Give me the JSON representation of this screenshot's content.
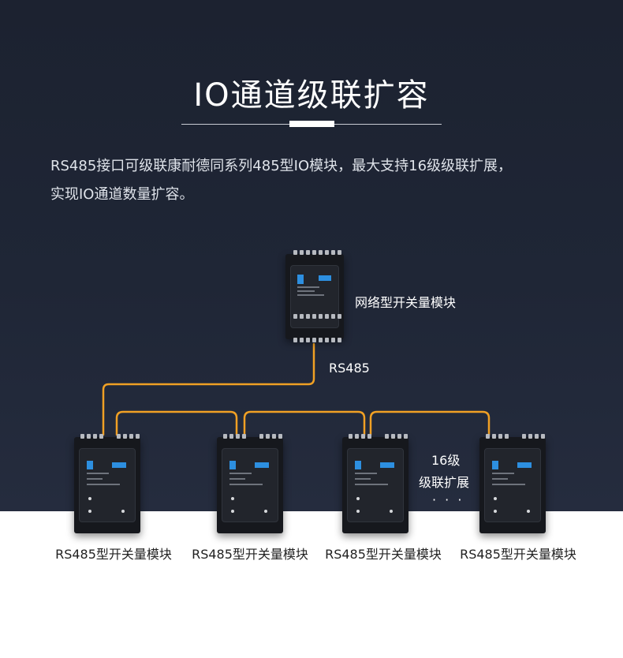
{
  "title": "IO通道级联扩容",
  "description": {
    "line1": "RS485接口可级联康耐德同系列485型IO模块，最大支持16级级联扩展，",
    "line2": "实现IO通道数量扩容。"
  },
  "diagram": {
    "master_label": "网络型开关量模块",
    "bus_label": "RS485",
    "cascade_label_1": "16级",
    "cascade_label_2": "级联扩展",
    "ellipsis": "· · ·",
    "slave_labels": [
      "RS485型开关量模块",
      "RS485型开关量模块",
      "RS485型开关量模块",
      "RS485型开关量模块"
    ],
    "wire_color": "#f0a024",
    "accent_color": "#2d8fe0"
  }
}
